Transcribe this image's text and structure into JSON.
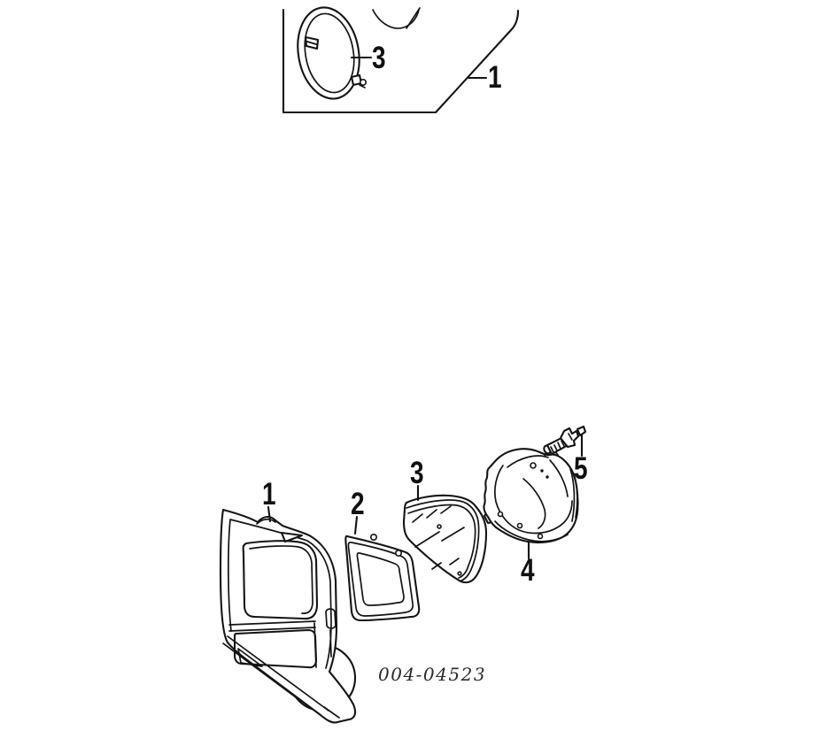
{
  "figure": {
    "code": "004-04523",
    "background_color": "#ffffff",
    "line_color": "#141414"
  },
  "top_view": {
    "description_items": [
      {
        "id": "round-retaining-ring",
        "label": "3"
      },
      {
        "id": "body-panel",
        "label": "1"
      }
    ]
  },
  "exploded_view": {
    "callouts": [
      {
        "id": "headlamp-bezel",
        "label": "1"
      },
      {
        "id": "retaining-ring",
        "label": "2"
      },
      {
        "id": "sealed-beam-unit",
        "label": "3"
      },
      {
        "id": "mounting-bucket",
        "label": "4"
      },
      {
        "id": "adjusting-screw",
        "label": "5"
      }
    ]
  }
}
